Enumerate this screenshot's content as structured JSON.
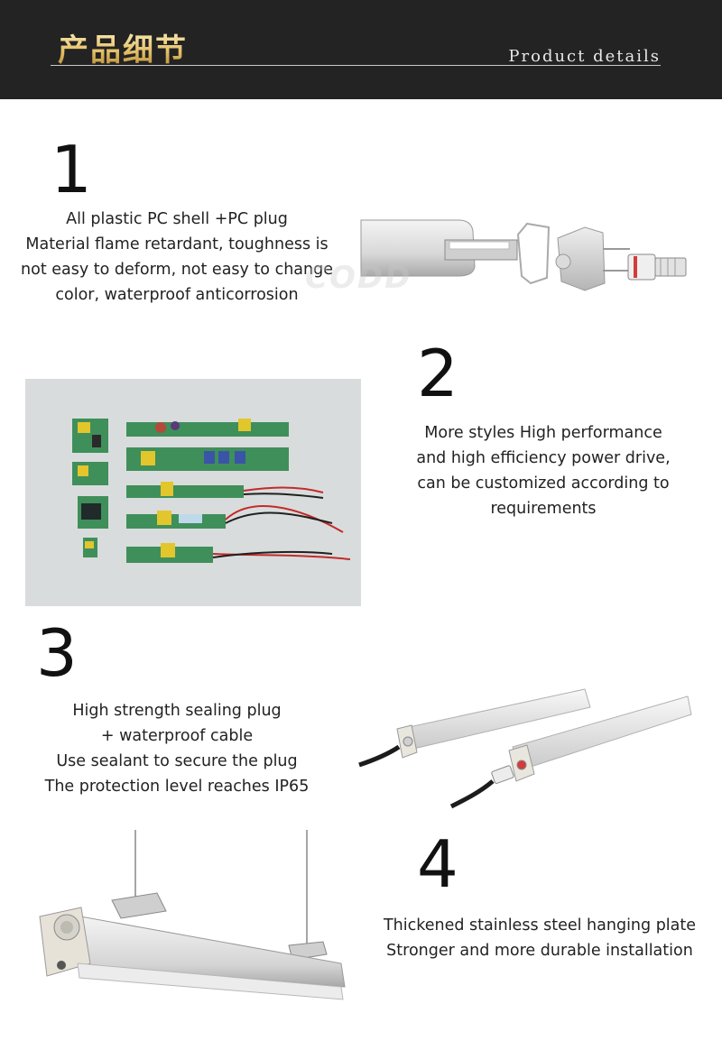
{
  "header": {
    "title": "产品细节",
    "subtitle": "Product details"
  },
  "sections": [
    {
      "number": "1",
      "lines": [
        "All plastic PC shell +PC plug",
        "Material flame retardant, toughness is",
        "not easy to deform, not easy to change",
        "color, waterproof anticorrosion"
      ]
    },
    {
      "number": "2",
      "lines": [
        "More styles High performance",
        "and high efficiency power drive,",
        "can be customized according to",
        "requirements"
      ]
    },
    {
      "number": "3",
      "lines": [
        "High strength sealing plug",
        "+ waterproof cable",
        "Use sealant to secure the plug",
        "The protection level reaches IP65"
      ]
    },
    {
      "number": "4",
      "lines": [
        "Thickened stainless steel hanging plate",
        "Stronger and more durable installation"
      ]
    }
  ],
  "watermark": "CODD",
  "colors": {
    "header_bg": "#232323",
    "title_gold": "#e6c46e",
    "board_bg": "#d9dcdc",
    "pcb_green": "#3f8f5a"
  }
}
